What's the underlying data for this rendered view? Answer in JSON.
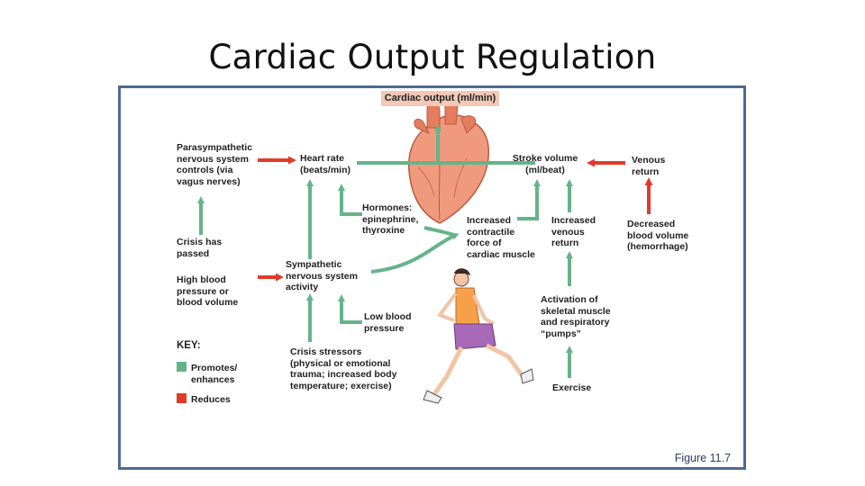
{
  "title": "Cardiac Output Regulation",
  "figure_label": "Figure 11.7",
  "colors": {
    "promotes": "#66b38a",
    "reduces": "#e03b2a",
    "frame": "#4d6a8f",
    "banner": "#f2c8b6"
  },
  "diagram": {
    "cardiac_output": "Cardiac output (ml/min)",
    "heart_rate": "Heart rate\n(beats/min)",
    "stroke_volume": "Stroke volume\n(ml/beat)",
    "venous_return": "Venous\nreturn",
    "parasympathetic": "Parasympathetic\nnervous system\ncontrols (via\nvagus nerves)",
    "hormones": "Hormones:\nepinephrine,\nthyroxine",
    "increased_contractile": "Increased\ncontractile\nforce of\ncardiac muscle",
    "increased_venous_return": "Increased\nvenous\nreturn",
    "decreased_blood_volume": "Decreased\nblood volume\n(hemorrhage)",
    "crisis_passed": "Crisis has\npassed",
    "sympathetic": "Sympathetic\nnervous system\nactivity",
    "high_bp": "High blood\npressure or\nblood volume",
    "low_bp": "Low blood\npressure",
    "activation": "Activation of\nskeletal muscle\nand respiratory\n“pumps”",
    "crisis_stressors": "Crisis stressors\n(physical or emotional\ntrauma; increased body\ntemperature; exercise)",
    "exercise": "Exercise"
  },
  "key": {
    "title": "KEY:",
    "promotes": "Promotes/\nenhances",
    "reduces": "Reduces"
  }
}
